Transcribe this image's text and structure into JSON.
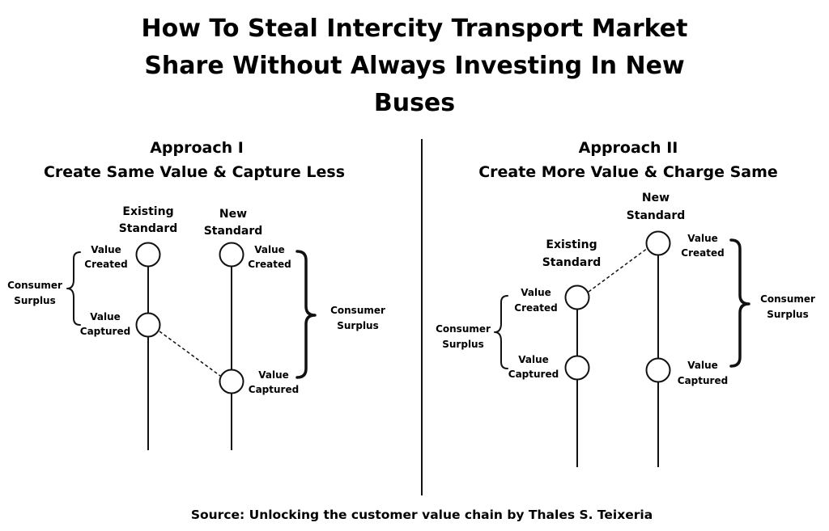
{
  "title": {
    "line1": "How To Steal Intercity Transport Market",
    "line2": "Share Without Always Investing In New",
    "line3": "Buses"
  },
  "approach1": {
    "heading": "Approach I",
    "subheading": "Create Same Value & Capture Less",
    "existing_label_1": "Existing",
    "existing_label_2": "Standard",
    "new_label_1": "New",
    "new_label_2": "Standard",
    "value_created_existing_1": "Value",
    "value_created_existing_2": "Created",
    "value_captured_existing_1": "Value",
    "value_captured_existing_2": "Captured",
    "value_created_new_1": "Value",
    "value_created_new_2": "Created",
    "value_captured_new_1": "Value",
    "value_captured_new_2": "Captured",
    "surplus_left_1": "Consumer",
    "surplus_left_2": "Surplus",
    "surplus_right_1": "Consumer",
    "surplus_right_2": "Surplus"
  },
  "approach2": {
    "heading": "Approach II",
    "subheading": "Create More Value & Charge Same",
    "existing_label_1": "Existing",
    "existing_label_2": "Standard",
    "new_label_1": "New",
    "new_label_2": "Standard",
    "value_created_existing_1": "Value",
    "value_created_existing_2": "Created",
    "value_captured_existing_1": "Value",
    "value_captured_existing_2": "Captured",
    "value_created_new_1": "Value",
    "value_created_new_2": "Created",
    "value_captured_new_1": "Value",
    "value_captured_new_2": "Captured",
    "surplus_left_1": "Consumer",
    "surplus_left_2": "Surplus",
    "surplus_right_1": "Consumer",
    "surplus_right_2": "Surplus"
  },
  "source": "Source: Unlocking the customer value chain by Thales S. Teixeria"
}
